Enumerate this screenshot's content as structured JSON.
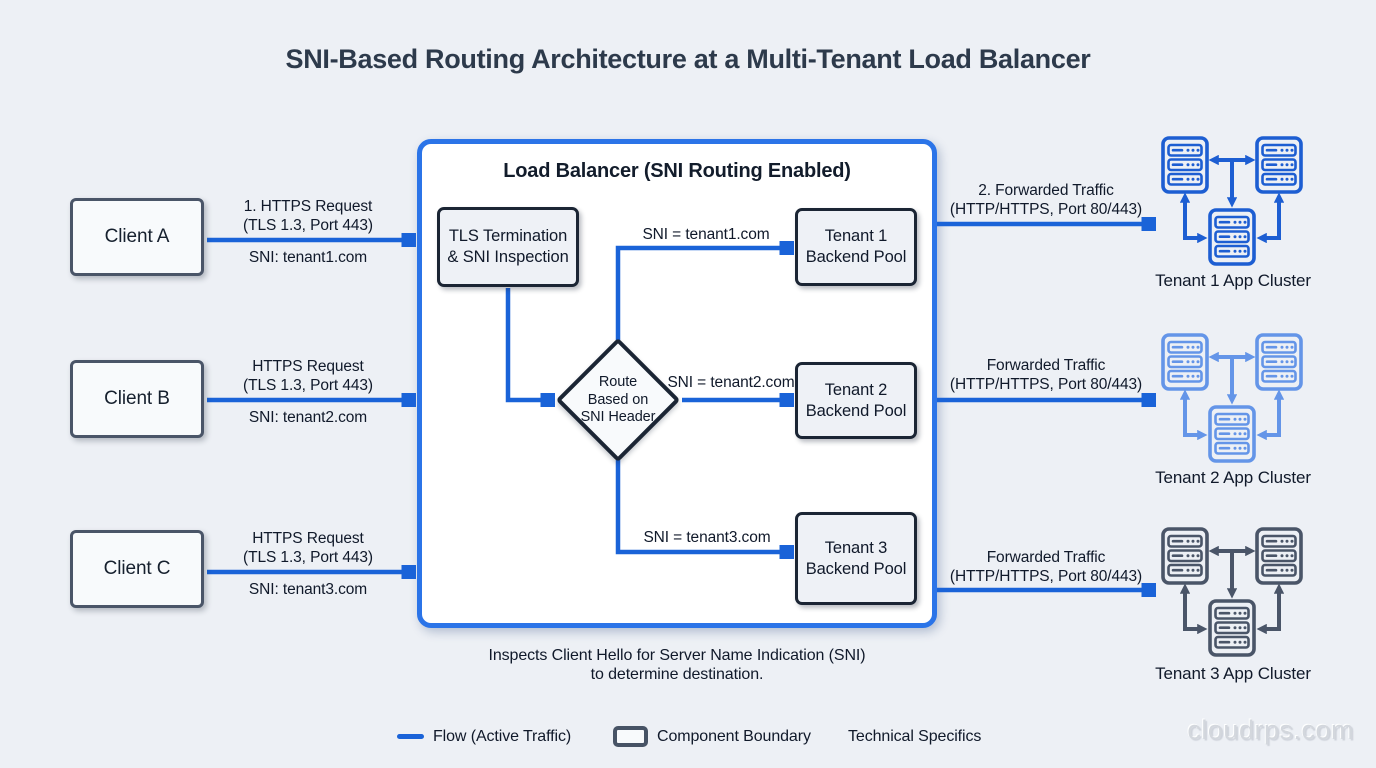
{
  "title": "SNI-Based Routing Architecture at a Multi-Tenant Load Balancer",
  "clients": [
    {
      "name": "Client A",
      "request_line1": "1. HTTPS Request",
      "request_line2": "(TLS 1.3, Port 443)",
      "sni": "SNI: tenant1.com"
    },
    {
      "name": "Client B",
      "request_line1": "HTTPS Request",
      "request_line2": "(TLS 1.3, Port 443)",
      "sni": "SNI: tenant2.com"
    },
    {
      "name": "Client C",
      "request_line1": "HTTPS Request",
      "request_line2": "(TLS 1.3, Port 443)",
      "sni": "SNI: tenant3.com"
    }
  ],
  "load_balancer": {
    "title": "Load Balancer (SNI Routing Enabled)",
    "tls_line1": "TLS Termination",
    "tls_line2": "& SNI Inspection",
    "decision_line1": "Route",
    "decision_line2": "Based on",
    "decision_line3": "SNI Header",
    "routes": [
      {
        "label": "SNI = tenant1.com",
        "pool_line1": "Tenant 1",
        "pool_line2": "Backend Pool"
      },
      {
        "label": "SNI = tenant2.com",
        "pool_line1": "Tenant 2",
        "pool_line2": "Backend Pool"
      },
      {
        "label": "SNI = tenant3.com",
        "pool_line1": "Tenant 3",
        "pool_line2": "Backend Pool"
      }
    ]
  },
  "forwarded": [
    {
      "line1": "2. Forwarded Traffic",
      "line2": "(HTTP/HTTPS, Port 80/443)"
    },
    {
      "line1": "Forwarded Traffic",
      "line2": "(HTTP/HTTPS, Port 80/443)"
    },
    {
      "line1": "Forwarded Traffic",
      "line2": "(HTTP/HTTPS, Port 80/443)"
    }
  ],
  "clusters": [
    {
      "label": "Tenant 1 App Cluster",
      "color": "#1d5ed2"
    },
    {
      "label": "Tenant 2 App Cluster",
      "color": "#6495e8"
    },
    {
      "label": "Tenant 3 App Cluster",
      "color": "#4a5568"
    }
  ],
  "caption": {
    "line1": "Inspects Client Hello for Server Name Indication (SNI)",
    "line2": "to determine destination."
  },
  "legend": {
    "flow": "Flow (Active Traffic)",
    "boundary": "Component Boundary",
    "specs": "Technical Specifics"
  },
  "watermark": "cloudrps.com",
  "colors": {
    "background": "#edf0f5",
    "flow_arrow": "#1a63d8",
    "lb_border": "#2b74e8",
    "component_border": "#1b2534",
    "client_border": "#4a5568"
  }
}
